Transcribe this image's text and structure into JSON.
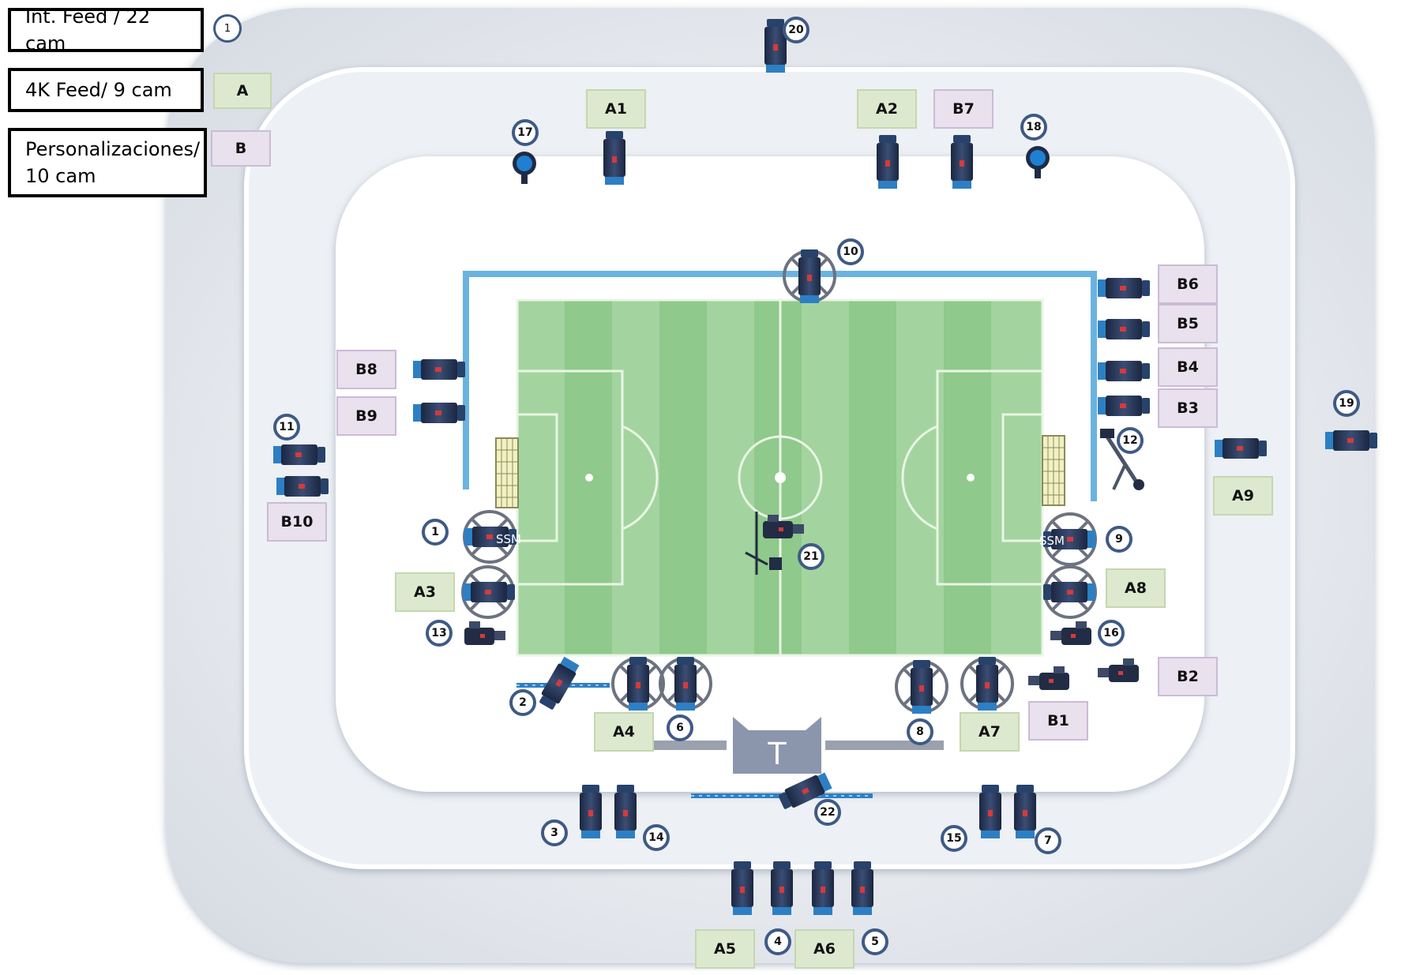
{
  "legend": {
    "int_feed": "Int. Feed /  22 cam",
    "int_feed_marker": "1",
    "feed_4k": "4K Feed/     9 cam",
    "feed_4k_marker": "A",
    "personal": "Personalizaciones/\n10 cam",
    "personal_marker": "B"
  },
  "colors": {
    "int_feed_ring": "#3e5a86",
    "tag_a_fill": "#dde9cf",
    "tag_b_fill": "#e9e1ee",
    "pitch_light": "#a3d49f",
    "pitch_dark": "#8fc98b",
    "barrier": "#6ab3e0",
    "ring": "#dfe3ea",
    "camera_body": "#24324f"
  },
  "int_feed_cameras": [
    "1",
    "2",
    "3",
    "4",
    "5",
    "6",
    "7",
    "8",
    "9",
    "10",
    "11",
    "12",
    "13",
    "14",
    "15",
    "16",
    "17",
    "18",
    "19",
    "20",
    "21",
    "22"
  ],
  "feed_4k_cameras": [
    "A1",
    "A2",
    "A3",
    "A4",
    "A5",
    "A6",
    "A7",
    "A8",
    "A9"
  ],
  "personal_cameras": [
    "B1",
    "B2",
    "B3",
    "B4",
    "B5",
    "B6",
    "B7",
    "B8",
    "B9",
    "B10"
  ],
  "ssm_label": "SSM",
  "tv_label": "T",
  "icons": {
    "camera": "camera-icon",
    "super_slow_motion": "ssm-camera-icon",
    "crane": "crane-camera-icon",
    "spidercam": "spidercam-icon",
    "rail": "rail-camera-icon",
    "goal": "goal-net-icon",
    "tv_compound": "tv-compound-icon",
    "dome": "dome-camera-icon"
  }
}
